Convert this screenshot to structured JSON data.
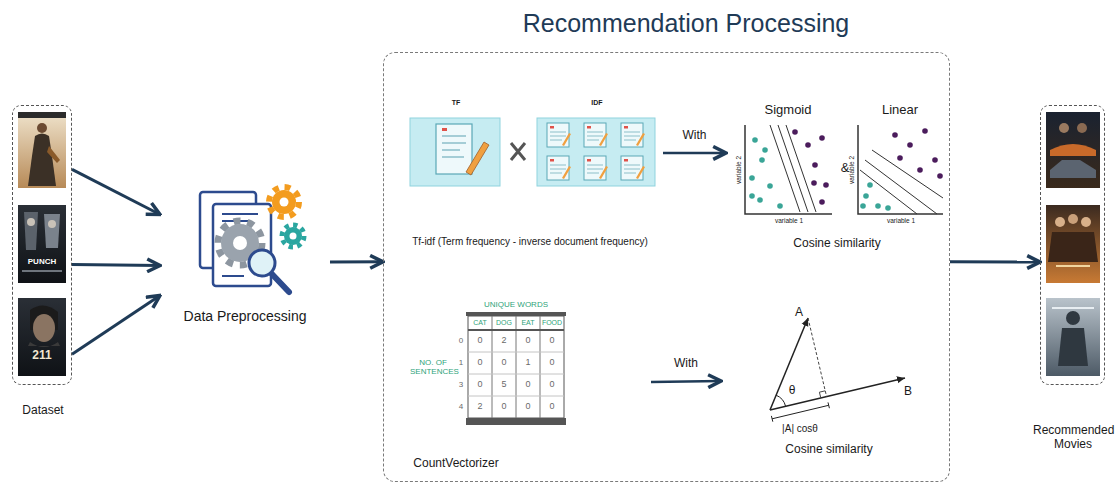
{
  "diagram": {
    "nodes": [
      {
        "text": [
          "Dataset"
        ]
      },
      {
        "text": [
          "Data Preprocessing"
        ]
      },
      {
        "text": [
          "Recommendation Processing"
        ]
      },
      {
        "text": [
          "Tf-idf (Term frequency - inverse document frequency)"
        ],
        "in": 2
      },
      {
        "text": [
          "TF"
        ],
        "in": 3
      },
      {
        "text": [
          "IDF"
        ],
        "in": 3
      },
      {
        "text": [
          "Cosine similarity"
        ],
        "in": 2
      },
      {
        "text": [
          "Sigmoid"
        ],
        "in": 6
      },
      {
        "text": [
          "Linear"
        ],
        "in": 6
      },
      {
        "text": [
          "CountVectorizer"
        ],
        "in": 2
      },
      {
        "text": [
          "Cosine similarity"
        ],
        "in": 2
      },
      {
        "text": [
          "Recommended Movies"
        ]
      }
    ],
    "edges": [
      {
        "from": 0,
        "to": 1,
        "arrow": "to"
      },
      {
        "from": 0,
        "to": 1,
        "arrow": "to"
      },
      {
        "from": 0,
        "to": 1,
        "arrow": "to"
      },
      {
        "from": 1,
        "to": 2,
        "arrow": "to"
      },
      {
        "from": 3,
        "to": 6,
        "label": "With",
        "arrow": "to"
      },
      {
        "from": 9,
        "to": 10,
        "label": "With",
        "arrow": "to"
      },
      {
        "from": 2,
        "to": 11,
        "arrow": "to"
      }
    ],
    "labels": [
      "PUNCH",
      "211",
      "&",
      "variable 2",
      "variable 1",
      "variable 2",
      "variable 1",
      "UNIQUE WORDS",
      "CAT",
      "DOG",
      "EAT",
      "FOOD",
      "NO. OF SENTENCES",
      "0",
      "1",
      "3",
      "4",
      "0",
      "2",
      "0",
      "0",
      "0",
      "0",
      "1",
      "0",
      "0",
      "5",
      "0",
      "0",
      "2",
      "0",
      "0",
      "0",
      "A",
      "B",
      "θ",
      "|A| cosθ"
    ]
  }
}
